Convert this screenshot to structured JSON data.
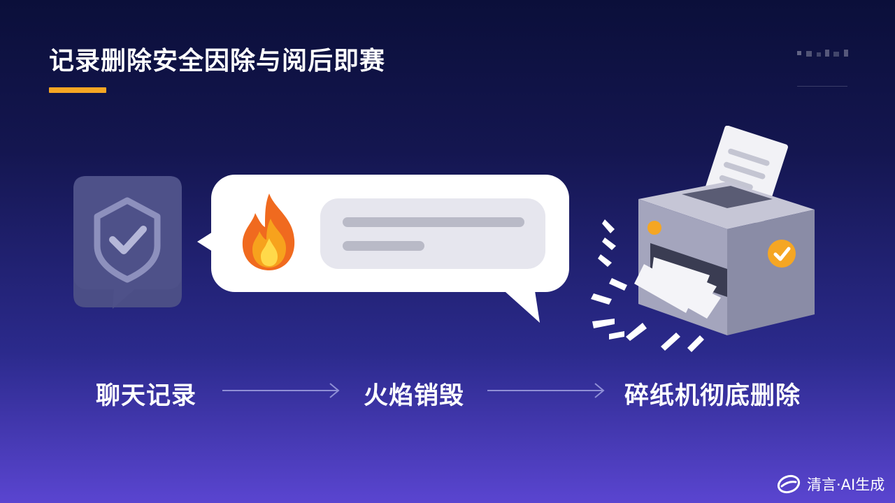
{
  "header": {
    "title": "记录删除安全因除与阅后即赛",
    "accent_color": "#f5a623"
  },
  "illustration": {
    "shield_icon": "shield-check-icon",
    "fire_icon": "fire-icon",
    "shredder_icon": "paper-shredder-icon",
    "check_badge_color": "#f5a623"
  },
  "flow": {
    "steps": [
      {
        "label": "聊天记录"
      },
      {
        "label": "火焰销毁"
      },
      {
        "label": "碎纸机彻底删除"
      }
    ],
    "arrow_icon": "arrow-right-icon"
  },
  "brand": {
    "name": "清言·AI生成",
    "logo_icon": "qingyan-logo-icon"
  }
}
